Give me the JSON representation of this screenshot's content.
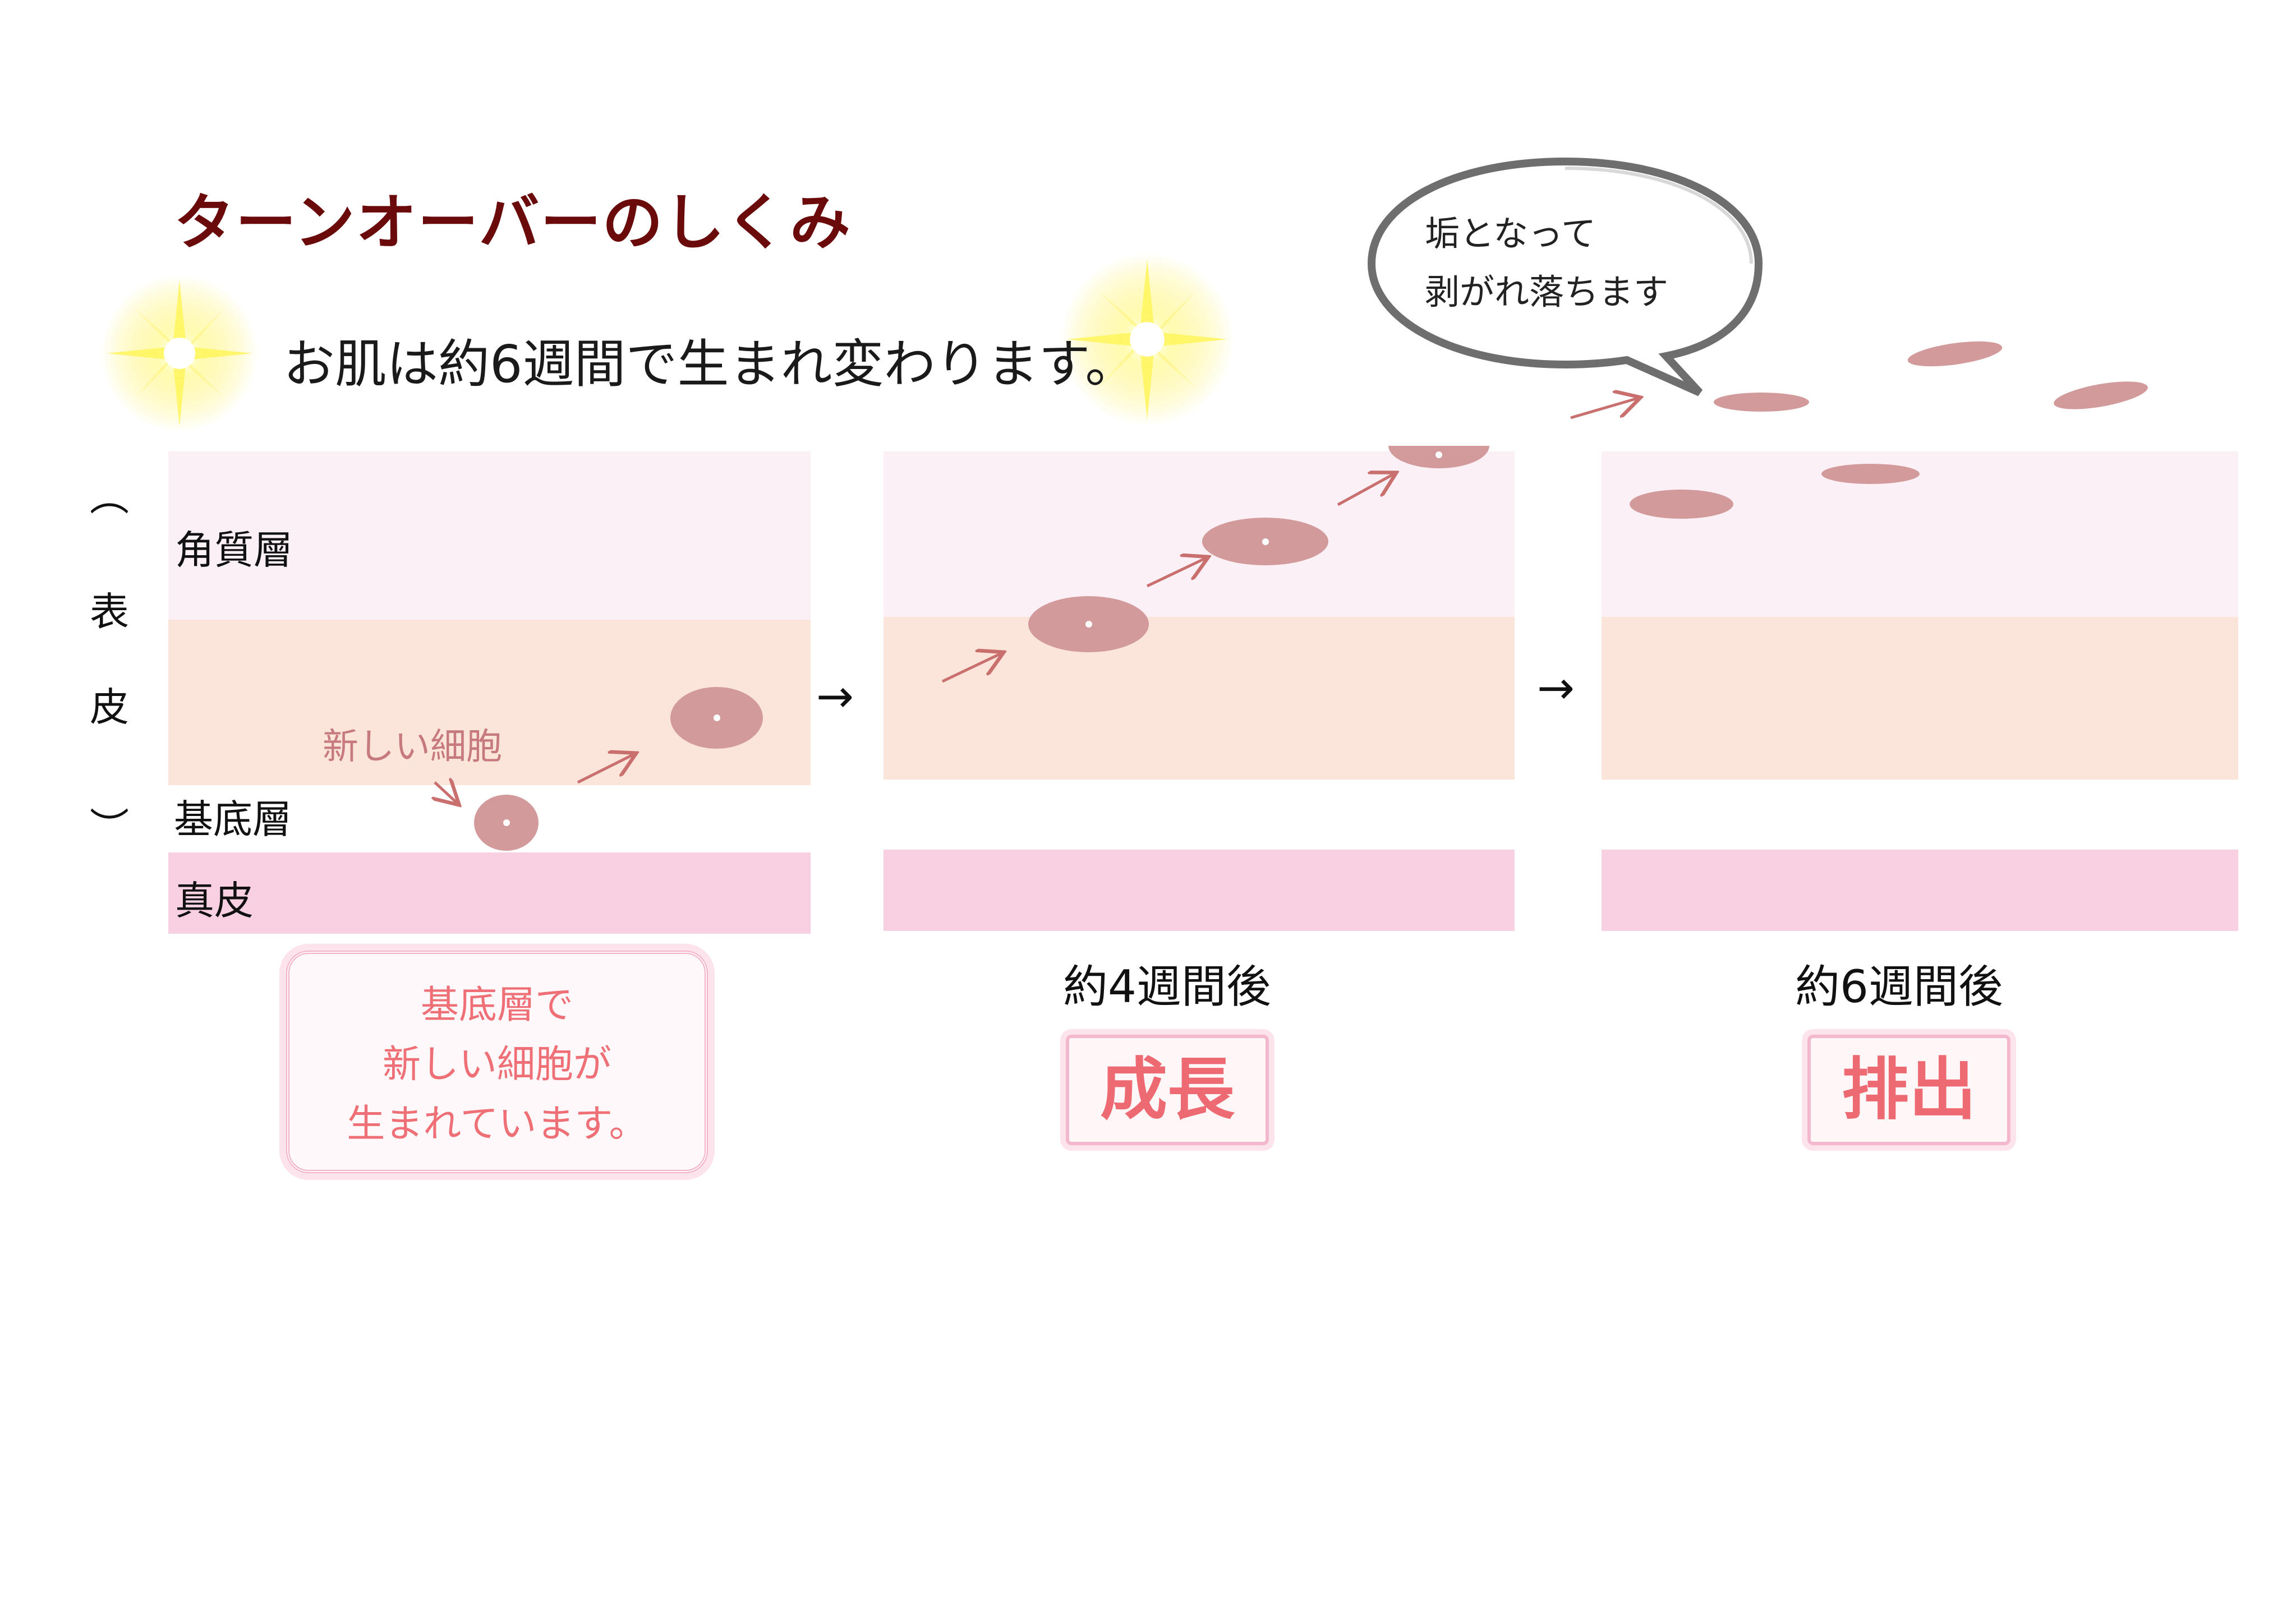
{
  "title": "ターンオーバーのしくみ",
  "subtitle": "お肌は約6週間で生まれ変わります。",
  "bubble": {
    "line1": "垢となって",
    "line2": "剥がれ落ちます"
  },
  "side_label": {
    "open": "︵",
    "char1": "表",
    "char2": "皮",
    "close": "︶"
  },
  "layers": {
    "horny": "角質層",
    "basal": "基底層",
    "dermis": "真皮"
  },
  "new_cell_label": "新しい細胞",
  "note": {
    "line1": "基底層で",
    "line2": "新しい細胞が",
    "line3": "生まれています。"
  },
  "between_arrow": "→",
  "stages": [
    {
      "caption": "",
      "label": ""
    },
    {
      "caption": "約4週間後",
      "label": "成長"
    },
    {
      "caption": "約6週間後",
      "label": "排出"
    }
  ],
  "colors": {
    "title": "#6b0a0a",
    "horny_layer": "#fcf0f7",
    "spinous_layer": "#fbe5da",
    "dermis_layer": "#f8d0e1",
    "cell": "#d39a9b",
    "arrow": "#c9706f",
    "stage_text": "#ee6a72"
  },
  "icons": [
    "sparkle-icon",
    "speech-bubble-icon",
    "arrow-icon"
  ]
}
